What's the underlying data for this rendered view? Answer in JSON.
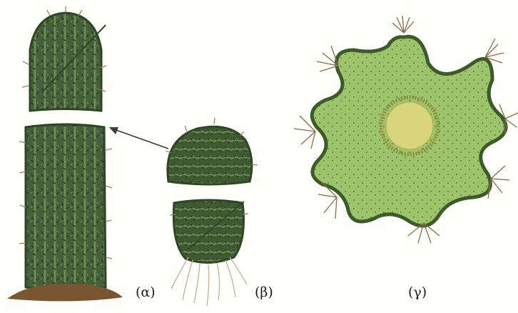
{
  "figure": {
    "labels": {
      "a": "(α)",
      "b": "(β)",
      "g": "(γ)"
    },
    "colors": {
      "background": "#fefefb",
      "stem_dark": "#2f4527",
      "stem_mid": "#4c6a3a",
      "stem_rib": "#6f8a52",
      "spine": "#a27f52",
      "soil": "#7a5630",
      "root": "#c9b59a",
      "section_outline": "#3c5a2a",
      "section_flesh": "#9dc46a",
      "vascular_ring": "#8e8a3c",
      "pith": "#d9d57a",
      "arrow": "#3a3a3a"
    }
  }
}
